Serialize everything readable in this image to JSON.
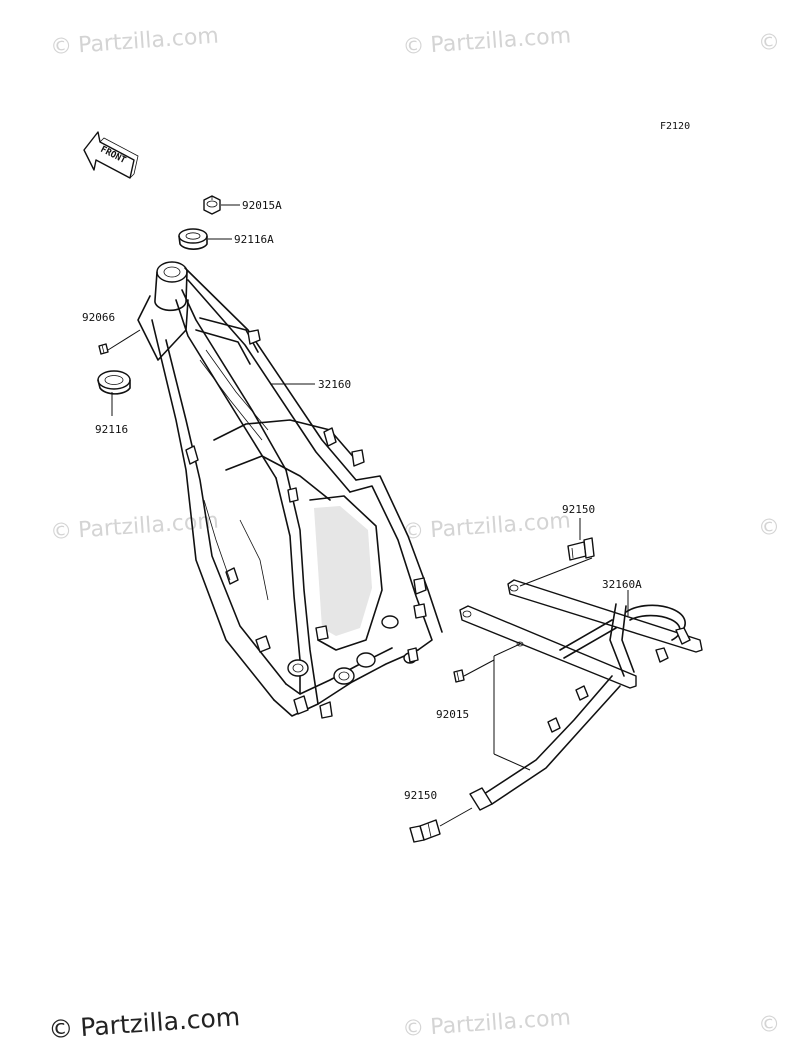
{
  "diagram": {
    "code": "F2120",
    "front_label": "FRONT",
    "parts": [
      {
        "id": "p-92015A",
        "label": "92015A"
      },
      {
        "id": "p-92116A",
        "label": "92116A"
      },
      {
        "id": "p-92066",
        "label": "92066"
      },
      {
        "id": "p-92116",
        "label": "92116"
      },
      {
        "id": "p-32160",
        "label": "32160"
      },
      {
        "id": "p-92150-top",
        "label": "92150"
      },
      {
        "id": "p-32160A",
        "label": "32160A"
      },
      {
        "id": "p-92015",
        "label": "92015"
      },
      {
        "id": "p-92150-bottom",
        "label": "92150"
      }
    ]
  },
  "watermark": {
    "text": "Partzilla.com",
    "symbol": "©"
  }
}
